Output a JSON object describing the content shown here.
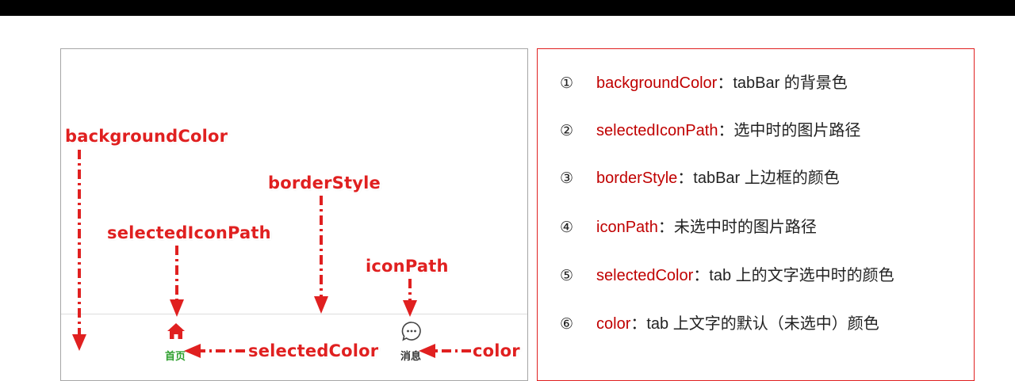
{
  "colors": {
    "accent": "#e02020",
    "key": "#c00000",
    "selected": "#2ea02e",
    "default": "#333333"
  },
  "left_panel": {
    "callouts": {
      "backgroundColor": "backgroundColor",
      "borderStyle": "borderStyle",
      "selectedIconPath": "selectedIconPath",
      "iconPath": "iconPath",
      "selectedColor": "selectedColor",
      "color": "color"
    },
    "tabs": [
      {
        "label": "首页",
        "icon": "home-icon",
        "state": "selected"
      },
      {
        "label": "消息",
        "icon": "chat-bubble-icon",
        "state": "default"
      }
    ]
  },
  "legend": [
    {
      "num": "①",
      "key": "backgroundColor",
      "desc": "：tabBar 的背景色"
    },
    {
      "num": "②",
      "key": "selectedIconPath",
      "desc": "：选中时的图片路径"
    },
    {
      "num": "③",
      "key": "borderStyle",
      "desc": "：tabBar 上边框的颜色"
    },
    {
      "num": "④",
      "key": "iconPath",
      "desc": "：未选中时的图片路径"
    },
    {
      "num": "⑤",
      "key": "selectedColor",
      "desc": "：tab 上的文字选中时的颜色"
    },
    {
      "num": "⑥",
      "key": "color",
      "desc": "：tab 上文字的默认（未选中）颜色"
    }
  ]
}
